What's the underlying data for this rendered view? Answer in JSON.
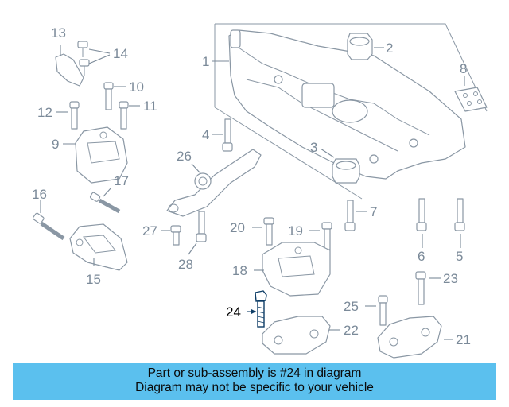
{
  "diagram": {
    "callouts": [
      "1",
      "2",
      "3",
      "4",
      "5",
      "6",
      "7",
      "8",
      "9",
      "10",
      "11",
      "12",
      "13",
      "14",
      "15",
      "16",
      "17",
      "18",
      "19",
      "20",
      "21",
      "22",
      "23",
      "24",
      "25",
      "26",
      "27",
      "28"
    ],
    "highlighted_callout": "24",
    "colors": {
      "line": "#8a97a4",
      "label": "#7b8a99",
      "highlight": "#0d3d66",
      "banner": "#5bc0ee"
    }
  },
  "banner": {
    "line1": "Part or sub-assembly is #24 in diagram",
    "line2": "Diagram may not be specific to your vehicle"
  }
}
